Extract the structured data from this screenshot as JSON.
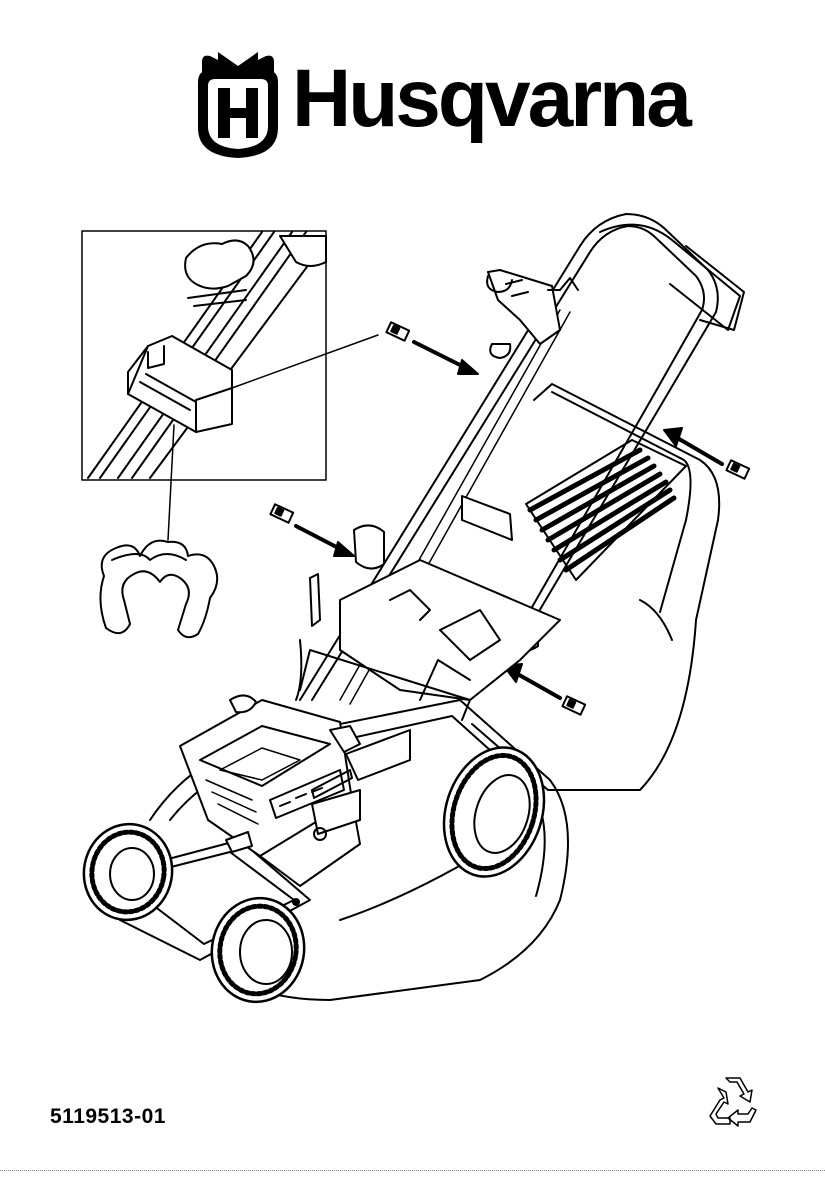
{
  "brand": {
    "name": "Husqvarna",
    "logo_icon": "crowned-h-icon"
  },
  "document": {
    "part_number": "5119513-01",
    "recycle_icon": "recycle-icon"
  },
  "illustration": {
    "subject": "lawn-mower-with-grass-catcher",
    "callout_icon": "clip-marker-icon",
    "callout_count": 4,
    "detail_inset": "cable-clip-detail"
  }
}
